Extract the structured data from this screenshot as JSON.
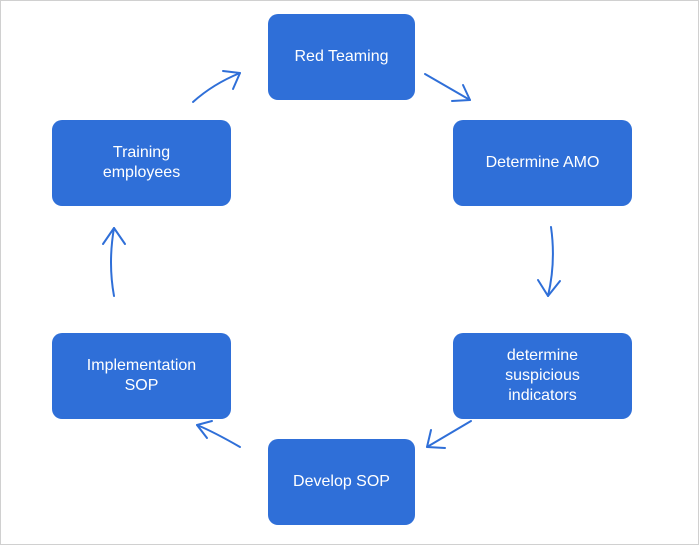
{
  "diagram": {
    "nodes": [
      {
        "id": "red-teaming",
        "label": "Red Teaming"
      },
      {
        "id": "determine-amo",
        "label": "Determine AMO"
      },
      {
        "id": "suspicious-indicators",
        "label": "determine\nsuspicious\nindicators"
      },
      {
        "id": "develop-sop",
        "label": "Develop SOP"
      },
      {
        "id": "implementation-sop",
        "label": "Implementation\nSOP"
      },
      {
        "id": "training-employees",
        "label": "Training\nemployees"
      }
    ],
    "edges": [
      {
        "from": "red-teaming",
        "to": "determine-amo"
      },
      {
        "from": "determine-amo",
        "to": "suspicious-indicators"
      },
      {
        "from": "suspicious-indicators",
        "to": "develop-sop"
      },
      {
        "from": "develop-sop",
        "to": "implementation-sop"
      },
      {
        "from": "implementation-sop",
        "to": "training-employees"
      },
      {
        "from": "training-employees",
        "to": "red-teaming"
      }
    ],
    "colors": {
      "node_fill": "#2f6fd8",
      "node_text": "#ffffff",
      "arrow": "#2f6fd8"
    }
  }
}
